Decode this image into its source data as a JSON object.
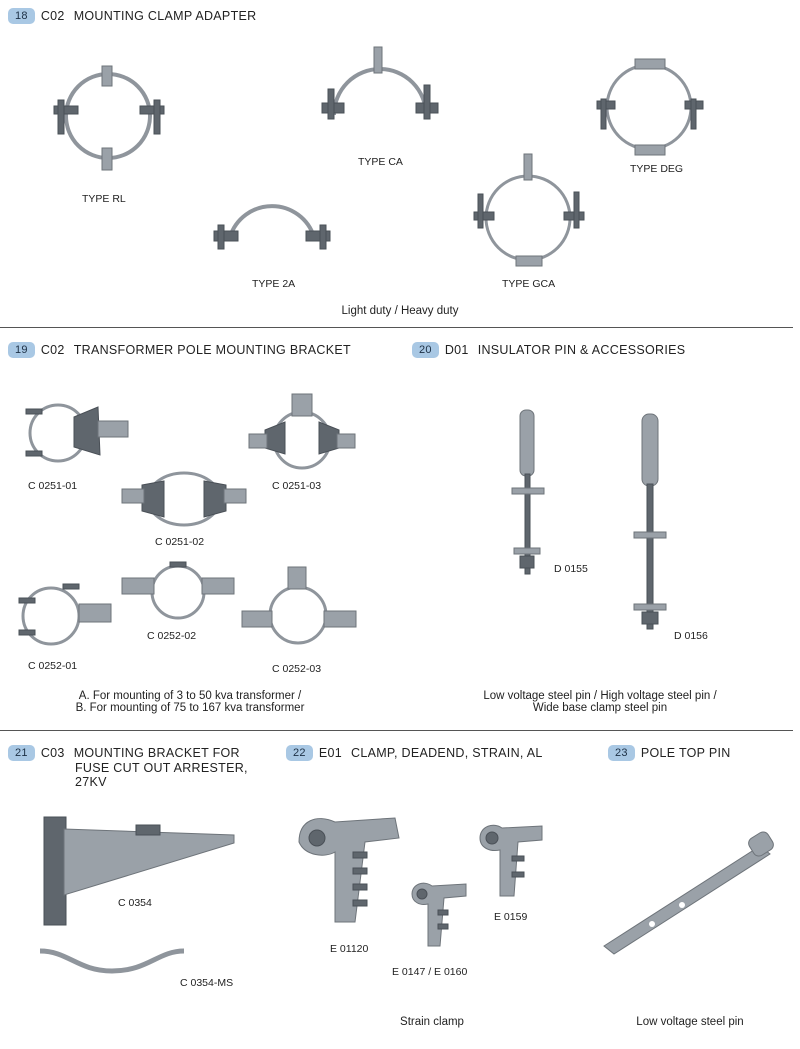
{
  "sections": {
    "s18": {
      "num": "18",
      "code": "C02",
      "title": "MOUNTING CLAMP ADAPTER",
      "labels": {
        "rl": "TYPE RL",
        "ca": "TYPE CA",
        "deg": "TYPE DEG",
        "a2": "TYPE 2A",
        "gca": "TYPE GCA"
      },
      "caption": "Light duty / Heavy duty"
    },
    "s19": {
      "num": "19",
      "code": "C02",
      "title": "TRANSFORMER POLE MOUNTING BRACKET",
      "labels": {
        "c025101": "C 0251-01",
        "c025103": "C 0251-03",
        "c025102": "C 0251-02",
        "c025201": "C 0252-01",
        "c025202": "C 0252-02",
        "c025203": "C 0252-03"
      },
      "caption_line1": "A. For mounting of 3 to 50 kva transformer /",
      "caption_line2": "B. For mounting of 75 to 167 kva transformer"
    },
    "s20": {
      "num": "20",
      "code": "D01",
      "title": "INSULATOR PIN & ACCESSORIES",
      "labels": {
        "d0155": "D 0155",
        "d0156": "D 0156"
      },
      "caption_line1": "Low voltage steel pin / High voltage steel pin /",
      "caption_line2": "Wide base clamp steel pin"
    },
    "s21": {
      "num": "21",
      "code": "C03",
      "title_line1": "MOUNTING BRACKET FOR",
      "title_line2": "FUSE CUT OUT ARRESTER,",
      "title_line3": "27KV",
      "labels": {
        "c0354": "C 0354",
        "c0354ms": "C 0354-MS"
      }
    },
    "s22": {
      "num": "22",
      "code": "E01",
      "title": "CLAMP, DEADEND, STRAIN, AL",
      "labels": {
        "e01120": "E 01120",
        "e0147": "E 0147 / E 0160",
        "e0159": "E 0159"
      },
      "caption": "Strain clamp"
    },
    "s23": {
      "num": "23",
      "title": "POLE TOP PIN",
      "caption": "Low voltage steel pin"
    }
  },
  "colors": {
    "badge": "#a9c8e4",
    "metal": "#9aa1a8",
    "metal_dark": "#5f666d",
    "rule": "#555555"
  }
}
